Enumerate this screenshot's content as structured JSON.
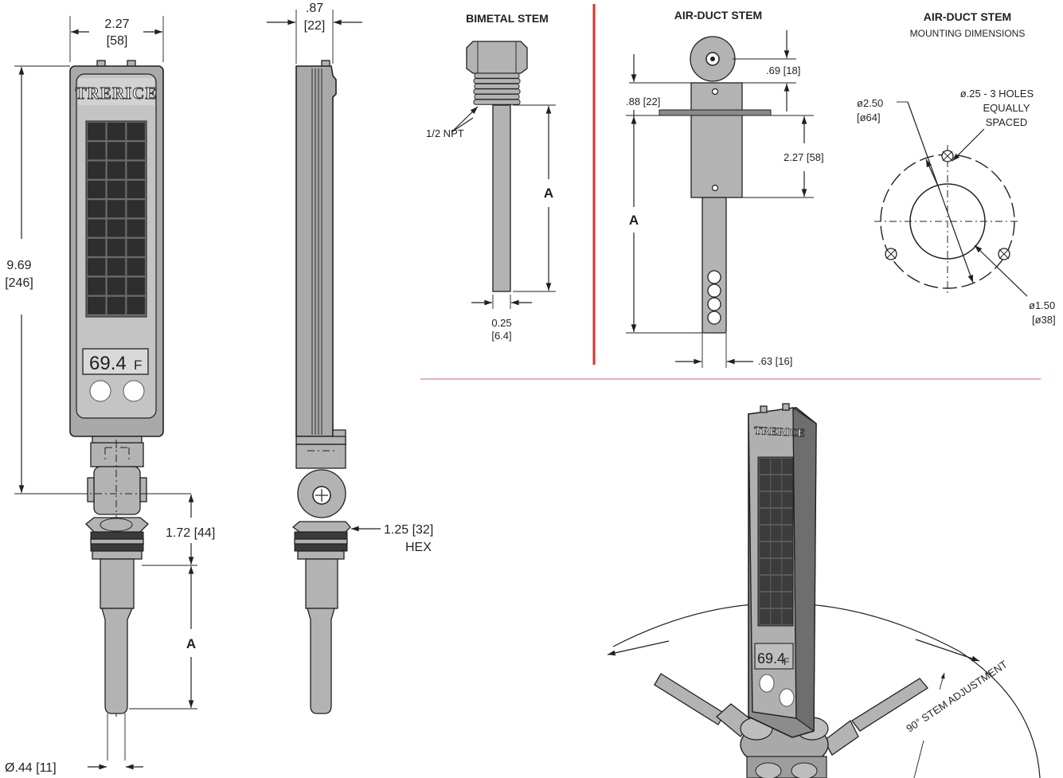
{
  "front_view": {
    "width_dim": "2.27",
    "width_dim_metric": "[58]",
    "height_dim": "9.69",
    "height_dim_metric": "[246]",
    "brand": "TRERICE",
    "display_value": "69.4",
    "display_unit": "F",
    "neck_dim": "1.72 [44]",
    "stem_length_label": "A",
    "stem_diameter_dim": "Ø.44 [11]"
  },
  "side_view": {
    "depth_dim": ".87",
    "depth_dim_metric": "[22]",
    "hex_dim": "1.25 [32]",
    "hex_label": "HEX"
  },
  "bimetal_stem": {
    "title": "BIMETAL STEM",
    "thread_label": "1/2 NPT",
    "length_label": "A",
    "diameter_dim": "0.25",
    "diameter_dim_metric": "[6.4]"
  },
  "air_duct_stem": {
    "title": "AIR-DUCT STEM",
    "top_dim": ".69 [18]",
    "flange_dim": ".88 [22]",
    "bracket_dim": "2.27 [58]",
    "length_label": "A",
    "width_dim": ".63 [16]"
  },
  "mounting": {
    "title": "AIR-DUCT STEM",
    "subtitle": "MOUNTING DIMENSIONS",
    "outer_dim": "ø2.50",
    "outer_dim_metric": "[ø64]",
    "holes_line1": "ø.25 - 3 HOLES",
    "holes_line2": "EQUALLY",
    "holes_line3": "SPACED",
    "inner_dim": "ø1.50",
    "inner_dim_metric": "[ø38]"
  },
  "iso_view": {
    "brand": "TRERICE",
    "display_value": "69.4",
    "display_unit": "F",
    "adjustment_label": "90° STEM ADJUSTMENT"
  },
  "colors": {
    "divider_red": "#e0312f",
    "body_gray": "#a9a9a9",
    "cell_dark": "#2e2e2e"
  }
}
